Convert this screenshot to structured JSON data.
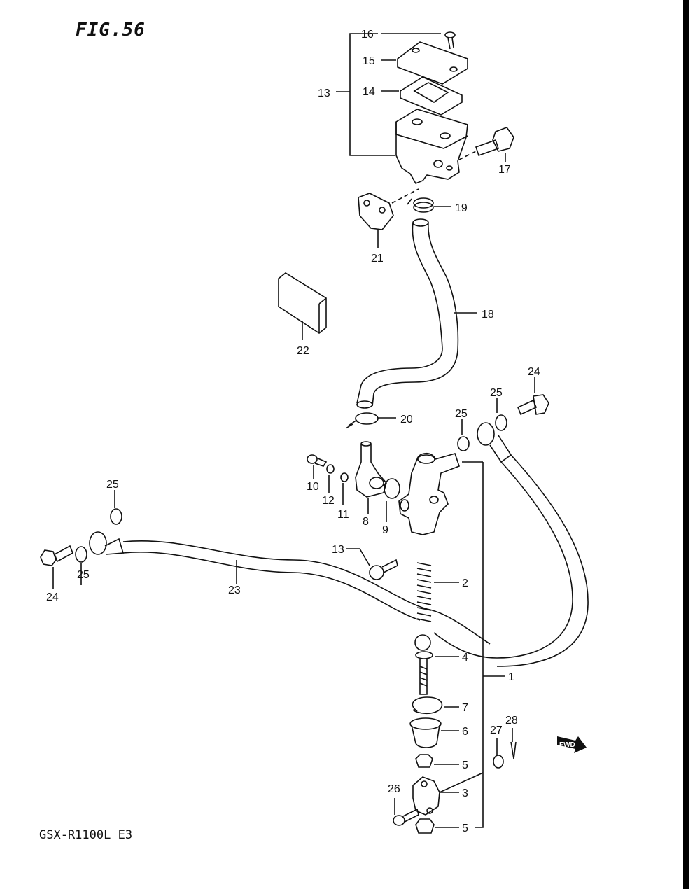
{
  "figure": {
    "title": "FIG.56",
    "model": "GSX-R1100L E3",
    "fwd_label": "FWD"
  },
  "callouts": [
    "1",
    "2",
    "3",
    "4",
    "5",
    "5",
    "6",
    "7",
    "8",
    "9",
    "10",
    "11",
    "12",
    "13",
    "14",
    "15",
    "16",
    "17",
    "18",
    "19",
    "20",
    "20",
    "21",
    "22",
    "23",
    "24",
    "24",
    "25",
    "25",
    "25",
    "25",
    "26",
    "27",
    "28"
  ]
}
